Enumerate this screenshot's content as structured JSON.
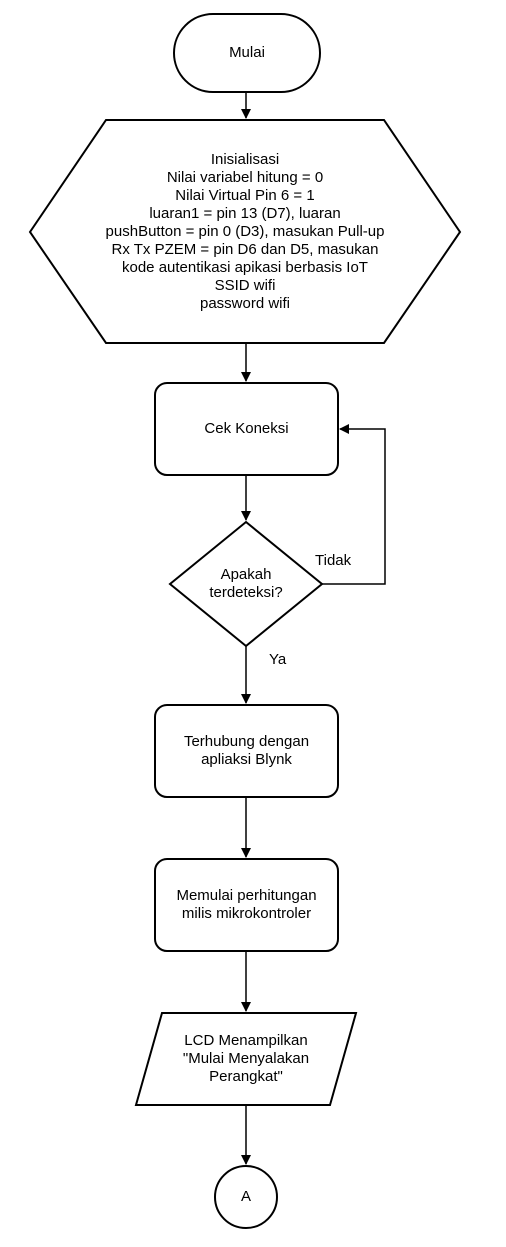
{
  "nodes": {
    "start": "Mulai",
    "init": [
      "Inisialisasi",
      "Nilai variabel hitung = 0",
      "Nilai Virtual Pin 6 = 1",
      "luaran1 = pin 13 (D7), luaran",
      "pushButton = pin 0 (D3), masukan Pull-up",
      "Rx Tx PZEM = pin D6 dan D5, masukan",
      "kode autentikasi apikasi berbasis IoT",
      "SSID wifi",
      "password wifi"
    ],
    "check": "Cek Koneksi",
    "decision": [
      "Apakah",
      "terdeteksi?"
    ],
    "connected": [
      "Terhubung dengan",
      "apliaksi Blynk"
    ],
    "count": [
      "Memulai perhitungan",
      "milis mikrokontroler"
    ],
    "lcd": [
      "LCD Menampilkan",
      "\"Mulai Menyalakan",
      "Perangkat\""
    ],
    "connector": "A"
  },
  "edges": {
    "no": "Tidak",
    "yes": "Ya"
  }
}
